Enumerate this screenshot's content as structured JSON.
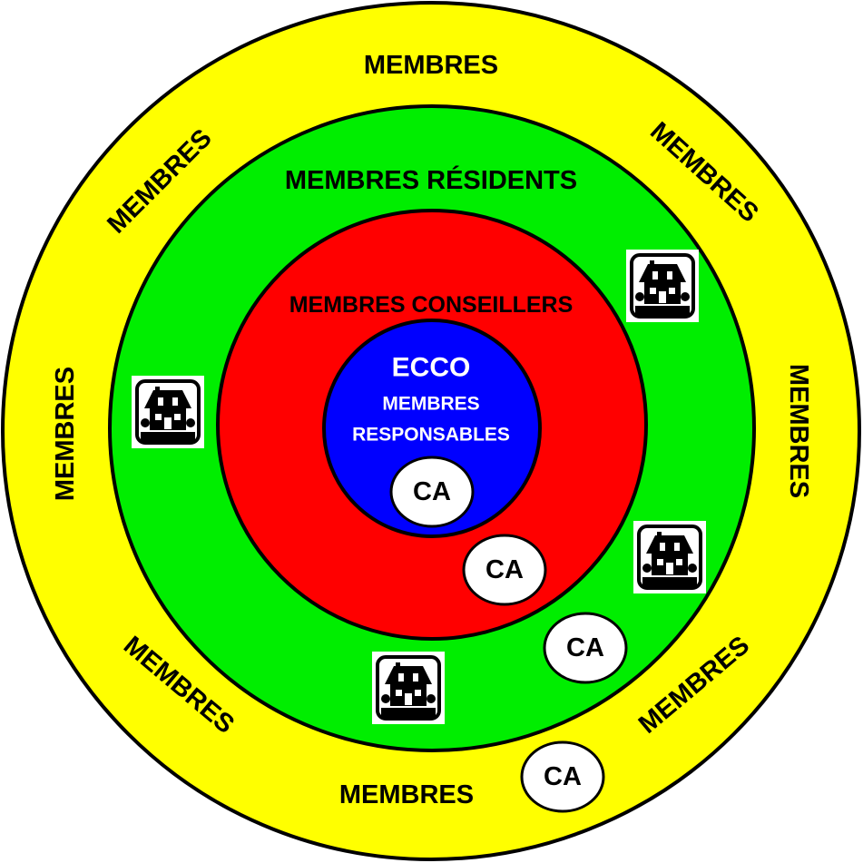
{
  "rings": {
    "outer": {
      "label": "MEMBRES",
      "color": "#ffff00"
    },
    "green": {
      "label": "MEMBRES RÉSIDENTS",
      "color": "#00ee00"
    },
    "red": {
      "label": "MEMBRES CONSEILLERS",
      "color": "#ff0000"
    },
    "blue": {
      "title": "ECCO",
      "line1": "MEMBRES",
      "line2": "RESPONSABLES",
      "color": "#0000ff"
    }
  },
  "badges": {
    "ca": "CA"
  },
  "icons": {
    "house": "house-icon"
  }
}
